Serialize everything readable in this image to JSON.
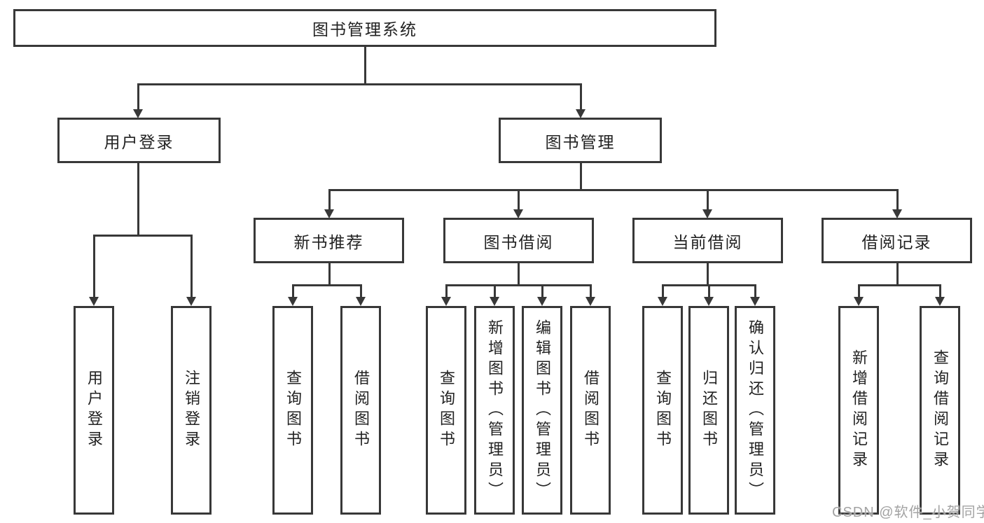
{
  "diagram": {
    "root": {
      "label": "图书管理系统"
    },
    "level2": [
      {
        "label": "用户登录"
      },
      {
        "label": "图书管理"
      }
    ],
    "level3": [
      {
        "label": "新书推荐",
        "parent": "图书管理"
      },
      {
        "label": "图书借阅",
        "parent": "图书管理"
      },
      {
        "label": "当前借阅",
        "parent": "图书管理"
      },
      {
        "label": "借阅记录",
        "parent": "图书管理"
      }
    ],
    "leaves": [
      {
        "label": "用户登录",
        "parent": "用户登录"
      },
      {
        "label": "注销登录",
        "parent": "用户登录"
      },
      {
        "label": "查询图书",
        "parent": "新书推荐"
      },
      {
        "label": "借阅图书",
        "parent": "新书推荐"
      },
      {
        "label": "查询图书",
        "parent": "图书借阅"
      },
      {
        "label": "新增图书（管理员）",
        "parent": "图书借阅"
      },
      {
        "label": "编辑图书（管理员）",
        "parent": "图书借阅"
      },
      {
        "label": "借阅图书",
        "parent": "图书借阅"
      },
      {
        "label": "查询图书",
        "parent": "当前借阅"
      },
      {
        "label": "归还图书",
        "parent": "当前借阅"
      },
      {
        "label": "确认归还（管理员）",
        "parent": "当前借阅"
      },
      {
        "label": "新增借阅记录",
        "parent": "借阅记录"
      },
      {
        "label": "查询借阅记录",
        "parent": "借阅记录"
      }
    ]
  },
  "watermark": {
    "text": "CSDN @软件_小贺同学"
  },
  "colors": {
    "line": "#383838",
    "text": "#222222",
    "watermark": "#a3a3a3",
    "background": "#ffffff"
  }
}
